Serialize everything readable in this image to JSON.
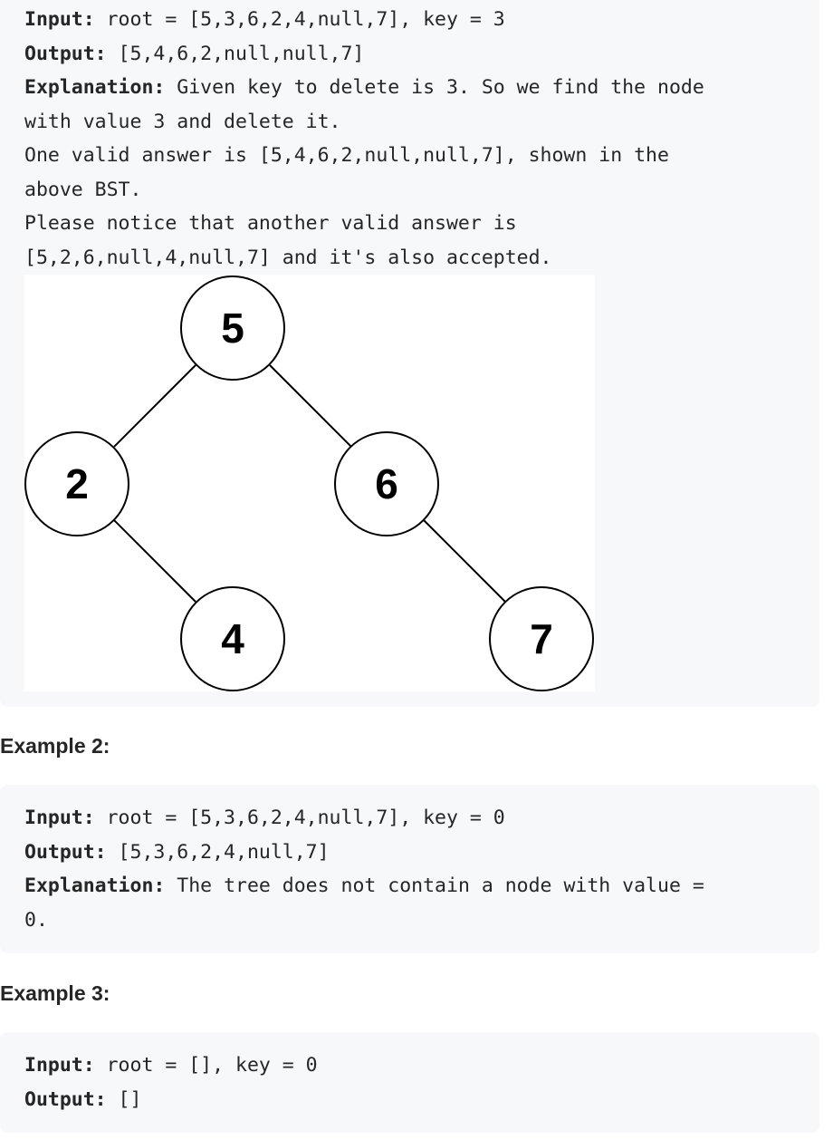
{
  "example1": {
    "input_label": "Input:",
    "input_value": " root = [5,3,6,2,4,null,7], key = 3",
    "output_label": "Output:",
    "output_value": " [5,4,6,2,null,null,7]",
    "explanation_label": "Explanation:",
    "explanation_lines": [
      " Given key to delete is 3. So we find the node",
      "with value 3 and delete it.",
      "One valid answer is [5,4,6,2,null,null,7], shown in the",
      "above BST.",
      "Please notice that another valid answer is",
      "[5,2,6,null,4,null,7] and it's also accepted."
    ],
    "tree": {
      "nodes": [
        "5",
        "2",
        "6",
        "4",
        "7"
      ]
    }
  },
  "example2": {
    "heading": "Example 2:",
    "input_label": "Input:",
    "input_value": " root = [5,3,6,2,4,null,7], key = 0",
    "output_label": "Output:",
    "output_value": " [5,3,6,2,4,null,7]",
    "explanation_label": "Explanation:",
    "explanation_lines": [
      " The tree does not contain a node with value =",
      "0."
    ]
  },
  "example3": {
    "heading": "Example 3:",
    "input_label": "Input:",
    "input_value": " root = [], key = 0",
    "output_label": "Output:",
    "output_value": " []"
  },
  "colors": {
    "code_background": "#f7f8fa",
    "text": "#262626"
  }
}
